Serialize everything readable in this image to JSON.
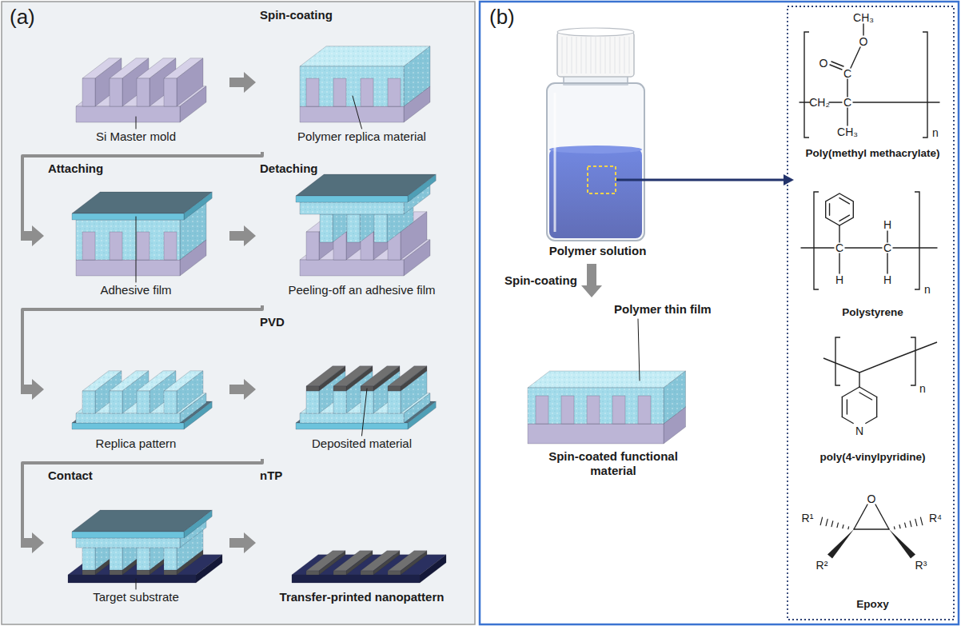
{
  "diagram": {
    "nodes": [
      {
        "text": [
          "(a)"
        ]
      },
      {
        "text": [
          "Si Master mold"
        ],
        "in": 0
      },
      {
        "text": [
          "Spin-coating",
          "Polymer replica material"
        ],
        "in": 0
      },
      {
        "text": [
          "Attaching",
          "Adhesive film"
        ],
        "in": 0
      },
      {
        "text": [
          "Detaching",
          "Peeling-off an adhesive film"
        ],
        "in": 0
      },
      {
        "text": [
          "Replica pattern"
        ],
        "in": 0
      },
      {
        "text": [
          "PVD",
          "Deposited material"
        ],
        "in": 0
      },
      {
        "text": [
          "Contact",
          "Target substrate"
        ],
        "in": 0
      },
      {
        "text": [
          "nTP",
          "Transfer-printed nanopattern"
        ],
        "in": 0
      },
      {
        "text": [
          "(b)"
        ]
      },
      {
        "text": [
          "Polymer solution"
        ],
        "in": 9
      },
      {
        "text": [
          "Polymer thin film",
          "Spin-coated functional material"
        ],
        "in": 9
      },
      {
        "text": [
          "Poly(methyl methacrylate)"
        ],
        "in": 9
      },
      {
        "text": [
          "Polystyrene"
        ],
        "in": 9
      },
      {
        "text": [
          "poly(4-vinylpyridine)"
        ],
        "in": 9
      },
      {
        "text": [
          "Epoxy"
        ],
        "in": 9
      }
    ],
    "edges": [
      {
        "from": 1,
        "to": 2,
        "arrow": "to"
      },
      {
        "from": 2,
        "to": 3,
        "arrow": "to"
      },
      {
        "from": 3,
        "to": 4,
        "arrow": "to"
      },
      {
        "from": 4,
        "to": 5,
        "arrow": "to"
      },
      {
        "from": 5,
        "to": 6,
        "arrow": "to"
      },
      {
        "from": 6,
        "to": 7,
        "arrow": "to"
      },
      {
        "from": 7,
        "to": 8,
        "arrow": "to"
      },
      {
        "from": 10,
        "to": 11,
        "label": "Spin-coating",
        "arrow": "to"
      },
      {
        "from": 10,
        "to": 13,
        "arrow": "to"
      }
    ],
    "labels": [
      "CH₃",
      "O",
      "O",
      "C",
      "CH₂",
      "C",
      "CH₃",
      "n",
      "H",
      "C",
      "C",
      "H",
      "H",
      "n",
      "N",
      "n",
      "O",
      "R¹",
      "R⁴",
      "R²",
      "R³"
    ]
  }
}
